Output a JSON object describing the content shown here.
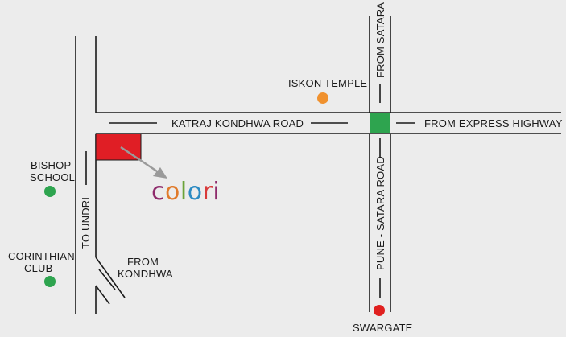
{
  "roads": {
    "katraj_kondhwa": "KATRAJ KONDHWA ROAD",
    "from_express_highway": "FROM EXPRESS HIGHWAY",
    "from_satara": "FROM SATARA",
    "pune_satara": "PUNE - SATARA ROAD",
    "to_undri": "TO UNDRI",
    "from_kondhwa_line1": "FROM",
    "from_kondhwa_line2": "KONDHWA"
  },
  "landmarks": {
    "iskon_temple": {
      "label": "ISKON TEMPLE",
      "color": "#f0912e"
    },
    "bishop_school": {
      "line1": "BISHOP",
      "line2": "SCHOOL",
      "color": "#2ea44f"
    },
    "corinthian_club": {
      "line1": "CORINTHIAN",
      "line2": "CLUB",
      "color": "#2ea44f"
    },
    "swargate": {
      "label": "SWARGATE",
      "color": "#e0201f"
    }
  },
  "project": {
    "logo": {
      "c": "c",
      "o1": "o",
      "l": "l",
      "o2": "o",
      "r": "r",
      "i": "i"
    },
    "marker_color": "#e01e25",
    "logo_colors": {
      "c": "#8e2a6b",
      "o1": "#e07a2a",
      "l": "#6ba339",
      "o2": "#2c8bc3",
      "r": "#d93a3a",
      "i": "#8e2a6b"
    }
  },
  "junction_color": "#2ea44f"
}
